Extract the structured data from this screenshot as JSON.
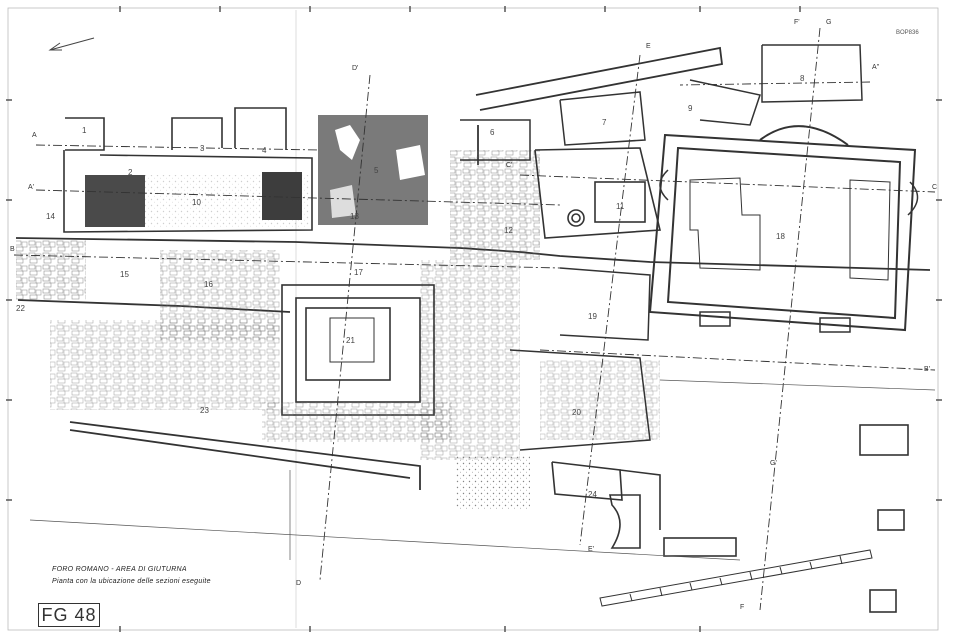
{
  "sheet": {
    "title_line1": "FORO ROMANO - AREA DI GIUTURNA",
    "title_line2": "Pianta con la ubicazione delle sezioni eseguite",
    "code": "FG 48",
    "stamp": "BOP836"
  },
  "room_numbers": [
    "1",
    "2",
    "3",
    "4",
    "5",
    "6",
    "7",
    "8",
    "9",
    "10",
    "11",
    "12",
    "13",
    "14",
    "15",
    "16",
    "17",
    "18",
    "19",
    "20",
    "21",
    "22",
    "23",
    "24"
  ],
  "section_markers": [
    "A",
    "A'",
    "A''",
    "B",
    "B'",
    "C",
    "C'",
    "D",
    "D'",
    "E",
    "E'",
    "F",
    "F'",
    "G",
    "G'"
  ],
  "colors": {
    "ink": "#333333",
    "hatch": "#6f6f6f",
    "paper": "#ffffff"
  }
}
